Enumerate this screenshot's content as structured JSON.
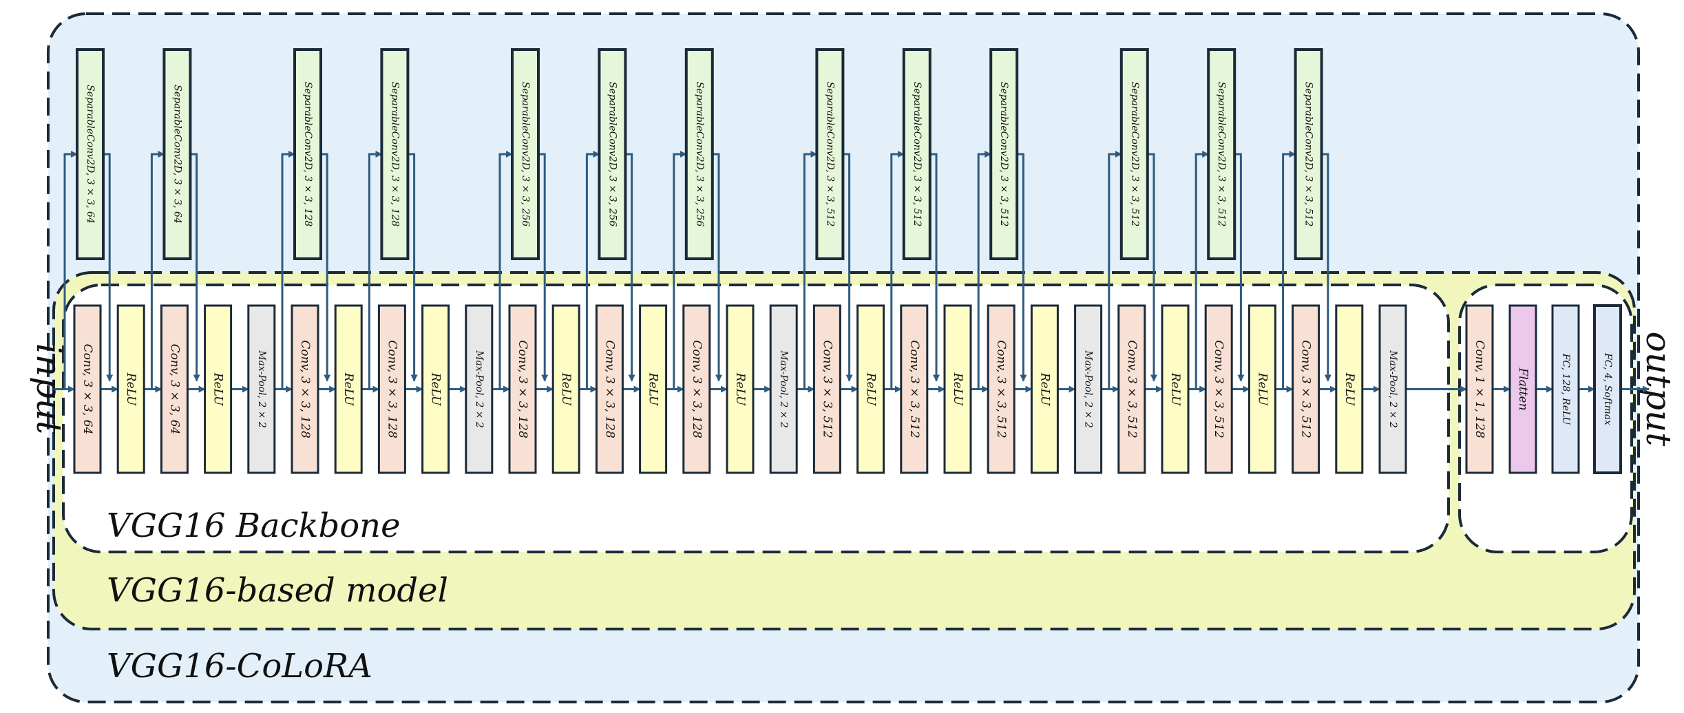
{
  "colors": {
    "outer_fill": "#e3f0f9",
    "model_fill": "#f1f6bd",
    "backbone_fill": "#ffffff",
    "conv": "#f8e1d4",
    "relu": "#fdfdc5",
    "pool": "#e8e8e8",
    "sep": "#e6f6d8",
    "flatten": "#ecc9ec",
    "fc": "#dfe8f6",
    "stroke": "#1b2a38",
    "arrow": "#2f5b7f"
  },
  "labels": {
    "input": "input",
    "output": "output",
    "backbone": "VGG16 Backbone",
    "model": "VGG16-based model",
    "colora": "VGG16-CoLoRA"
  },
  "backbone_blocks": [
    {
      "type": "conv",
      "text": "Conv, 3 × 3, 64"
    },
    {
      "type": "relu",
      "text": "ReLU"
    },
    {
      "type": "conv",
      "text": "Conv, 3 × 3, 64"
    },
    {
      "type": "relu",
      "text": "ReLU"
    },
    {
      "type": "pool",
      "text": "Max-Pool, 2 × 2"
    },
    {
      "type": "conv",
      "text": "Conv, 3 × 3, 128"
    },
    {
      "type": "relu",
      "text": "ReLU"
    },
    {
      "type": "conv",
      "text": "Conv, 3 × 3, 128"
    },
    {
      "type": "relu",
      "text": "ReLU"
    },
    {
      "type": "pool",
      "text": "Max-Pool, 2 × 2"
    },
    {
      "type": "conv",
      "text": "Conv, 3 × 3, 128"
    },
    {
      "type": "relu",
      "text": "ReLU"
    },
    {
      "type": "conv",
      "text": "Conv, 3 × 3, 128"
    },
    {
      "type": "relu",
      "text": "ReLU"
    },
    {
      "type": "conv",
      "text": "Conv, 3 × 3, 128"
    },
    {
      "type": "relu",
      "text": "ReLU"
    },
    {
      "type": "pool",
      "text": "Max-Pool, 2 × 2"
    },
    {
      "type": "conv",
      "text": "Conv, 3 × 3, 512"
    },
    {
      "type": "relu",
      "text": "ReLU"
    },
    {
      "type": "conv",
      "text": "Conv, 3 × 3, 512"
    },
    {
      "type": "relu",
      "text": "ReLU"
    },
    {
      "type": "conv",
      "text": "Conv, 3 × 3, 512"
    },
    {
      "type": "relu",
      "text": "ReLU"
    },
    {
      "type": "pool",
      "text": "Max-Pool, 2 × 2"
    },
    {
      "type": "conv",
      "text": "Conv, 3 × 3, 512"
    },
    {
      "type": "relu",
      "text": "ReLU"
    },
    {
      "type": "conv",
      "text": "Conv, 3 × 3, 512"
    },
    {
      "type": "relu",
      "text": "ReLU"
    },
    {
      "type": "conv",
      "text": "Conv, 3 × 3, 512"
    },
    {
      "type": "relu",
      "text": "ReLU"
    },
    {
      "type": "pool",
      "text": "Max-Pool, 2 × 2"
    }
  ],
  "head_blocks": [
    {
      "type": "conv",
      "text": "Conv, 1 × 1, 128"
    },
    {
      "type": "flatten",
      "text": "Flatten"
    },
    {
      "type": "fc",
      "text": "FC, 128, ReLU"
    },
    {
      "type": "fc",
      "text": "FC, 4, Softmax"
    }
  ],
  "sep_blocks": [
    {
      "text": "SeparableConv2D, 3 × 3, 64",
      "conv": 0
    },
    {
      "text": "SeparableConv2D, 3 × 3, 64",
      "conv": 2
    },
    {
      "text": "SeparableConv2D, 3 × 3, 128",
      "conv": 5
    },
    {
      "text": "SeparableConv2D, 3 × 3, 128",
      "conv": 7
    },
    {
      "text": "SeparableConv2D, 3 × 3, 256",
      "conv": 10
    },
    {
      "text": "SeparableConv2D, 3 × 3, 256",
      "conv": 12
    },
    {
      "text": "SeparableConv2D, 3 × 3, 256",
      "conv": 14
    },
    {
      "text": "SeparableConv2D, 3 × 3, 512",
      "conv": 17
    },
    {
      "text": "SeparableConv2D, 3 × 3, 512",
      "conv": 19
    },
    {
      "text": "SeparableConv2D, 3 × 3, 512",
      "conv": 21
    },
    {
      "text": "SeparableConv2D, 3 × 3, 512",
      "conv": 24
    },
    {
      "text": "SeparableConv2D, 3 × 3, 512",
      "conv": 26
    },
    {
      "text": "SeparableConv2D, 3 × 3, 512",
      "conv": 28
    }
  ]
}
